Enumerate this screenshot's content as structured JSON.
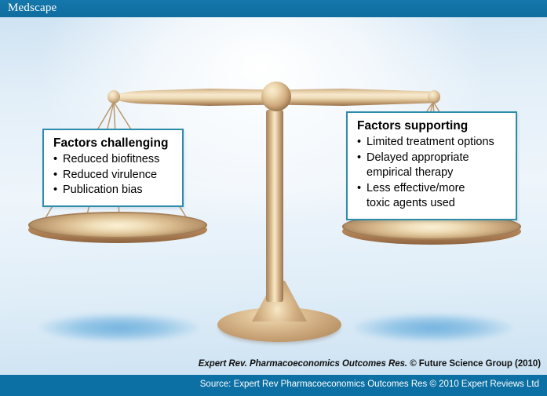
{
  "brand": {
    "name": "Medscape"
  },
  "figure": {
    "type": "balance-scale-illustration",
    "left_callout": {
      "title": "Factors challenging",
      "items": [
        {
          "line1": "Reduced biofitness",
          "line2": ""
        },
        {
          "line1": "Reduced virulence",
          "line2": ""
        },
        {
          "line1": "Publication bias",
          "line2": ""
        }
      ]
    },
    "right_callout": {
      "title": "Factors supporting",
      "items": [
        {
          "line1": "Limited treatment options",
          "line2": ""
        },
        {
          "line1": "Delayed appropriate",
          "line2": "empirical therapy"
        },
        {
          "line1": "Less effective/more",
          "line2": "toxic agents used"
        }
      ]
    },
    "credit": {
      "journal": "Expert Rev. Pharmacoeconomics Outcomes Res.",
      "rights": " © Future Science Group (2010)"
    }
  },
  "source_bar": {
    "text": "Source: Expert Rev Pharmacoeconomics Outcomes Res © 2010 Expert Reviews Ltd"
  },
  "colors": {
    "brand_bar": "#1173a8",
    "source_bar": "#0d70a4",
    "callout_border": "#2e8cab",
    "callout_fill": "#ffffff",
    "scale_metal": "#c9a478",
    "background_blue": "#cfe3f3"
  }
}
